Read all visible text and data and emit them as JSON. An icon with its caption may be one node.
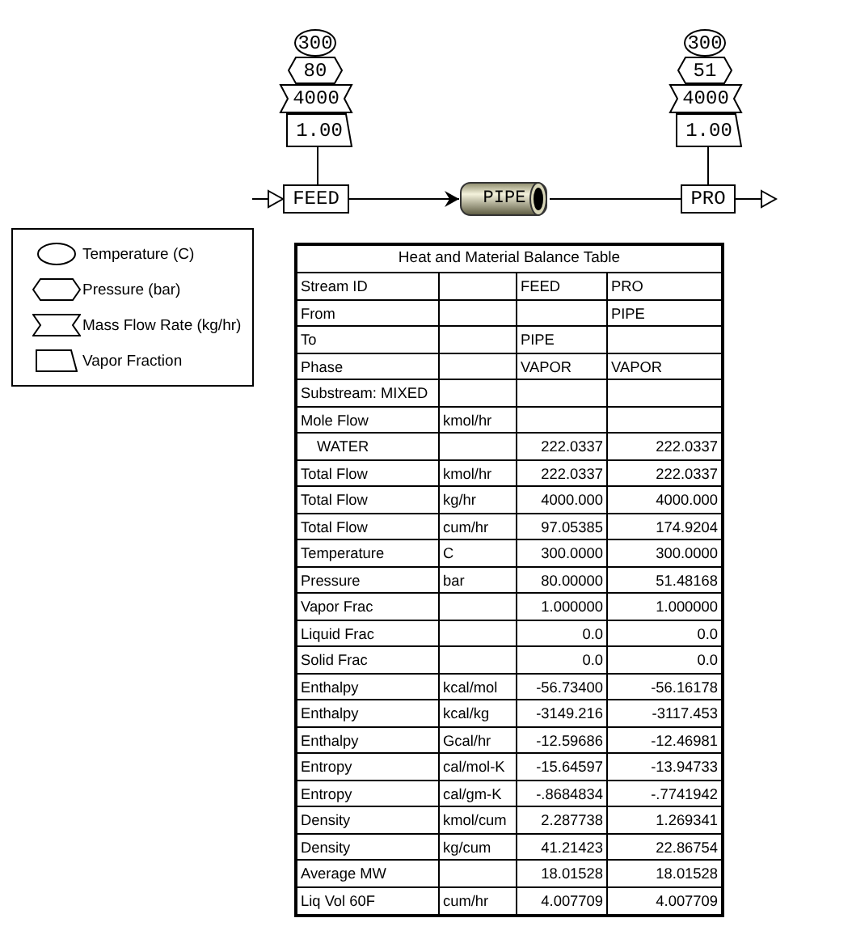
{
  "diagram": {
    "nodes": [
      {
        "text": [
          "300"
        ]
      },
      {
        "text": [
          "80"
        ]
      },
      {
        "text": [
          "4000"
        ]
      },
      {
        "text": [
          "1.00"
        ]
      },
      {
        "text": [
          "300"
        ]
      },
      {
        "text": [
          "51"
        ]
      },
      {
        "text": [
          "4000"
        ]
      },
      {
        "text": [
          "1.00"
        ]
      },
      {
        "text": [
          "FEED"
        ]
      },
      {
        "text": [
          "PIPE"
        ]
      },
      {
        "text": [
          "PRO"
        ]
      }
    ],
    "edges": [
      {
        "from": 3,
        "to": 8,
        "arrow": "none"
      },
      {
        "from": 7,
        "to": 10,
        "arrow": "none"
      },
      {
        "from": null,
        "to": 8,
        "arrow": "to"
      },
      {
        "from": 8,
        "to": 9,
        "arrow": "to"
      },
      {
        "from": 9,
        "to": 10,
        "arrow": "none"
      },
      {
        "from": 10,
        "to": null,
        "arrow": "to"
      }
    ],
    "labels": [
      "Heat and Material Balance Table",
      "Stream ID",
      "FEED",
      "PRO",
      "From",
      "PIPE",
      "To",
      "PIPE",
      "Phase",
      "VAPOR",
      "VAPOR",
      "Substream: MIXED",
      "Mole Flow",
      "kmol/hr",
      "WATER",
      "222.0337",
      "222.0337",
      "Total Flow",
      "kmol/hr",
      "222.0337",
      "222.0337",
      "Total Flow",
      "kg/hr",
      "4000.000",
      "4000.000",
      "Total Flow",
      "cum/hr",
      "97.05385",
      "174.9204",
      "Temperature",
      "C",
      "300.0000",
      "300.0000",
      "Pressure",
      "bar",
      "80.00000",
      "51.48168",
      "Vapor Frac",
      "1.000000",
      "1.000000",
      "Liquid Frac",
      "0.0",
      "0.0",
      "Solid Frac",
      "0.0",
      "0.0",
      "Enthalpy",
      "kcal/mol",
      "-56.73400",
      "-56.16178",
      "Enthalpy",
      "kcal/kg",
      "-3149.216",
      "-3117.453",
      "Enthalpy",
      "Gcal/hr",
      "-12.59686",
      "-12.46981",
      "Entropy",
      "cal/mol-K",
      "-15.64597",
      "-13.94733",
      "Entropy",
      "cal/gm-K",
      "-.8684834",
      "-.7741942",
      "Density",
      "kmol/cum",
      "2.287738",
      "1.269341",
      "Density",
      "kg/cum",
      "41.21423",
      "22.86754",
      "Average MW",
      "18.01528",
      "18.01528",
      "Liq Vol 60F",
      "cum/hr",
      "4.007709",
      "4.007709"
    ],
    "legend": [
      {
        "text": "Temperature (C)"
      },
      {
        "text": "Pressure (bar)"
      },
      {
        "text": "Mass Flow Rate (kg/hr)"
      },
      {
        "text": "Vapor Fraction"
      }
    ]
  }
}
